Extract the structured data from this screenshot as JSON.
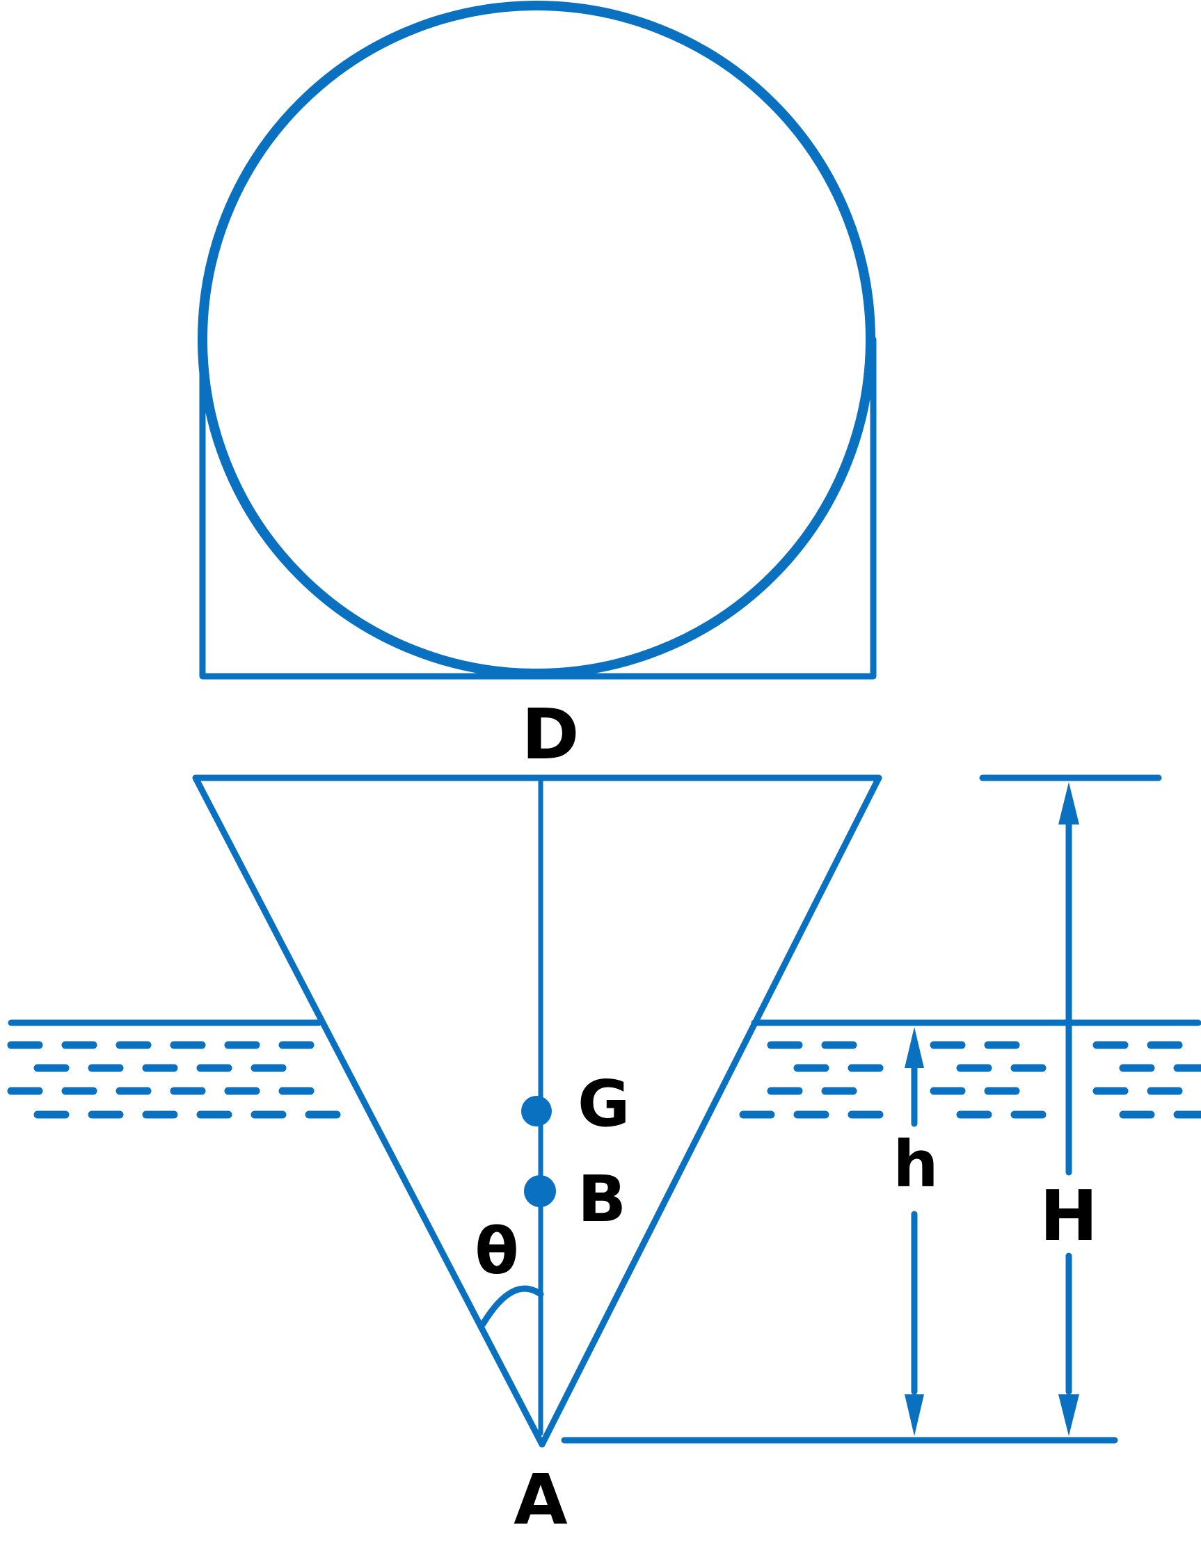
{
  "colors": {
    "line": "#0a70c0",
    "label": "#000000",
    "background": "#ffffff"
  },
  "labels": {
    "diameter": "D",
    "apex": "A",
    "centre_of_gravity": "G",
    "centre_of_buoyancy": "B",
    "half_angle": "θ",
    "immersion_depth": "h",
    "cone_height": "H"
  }
}
